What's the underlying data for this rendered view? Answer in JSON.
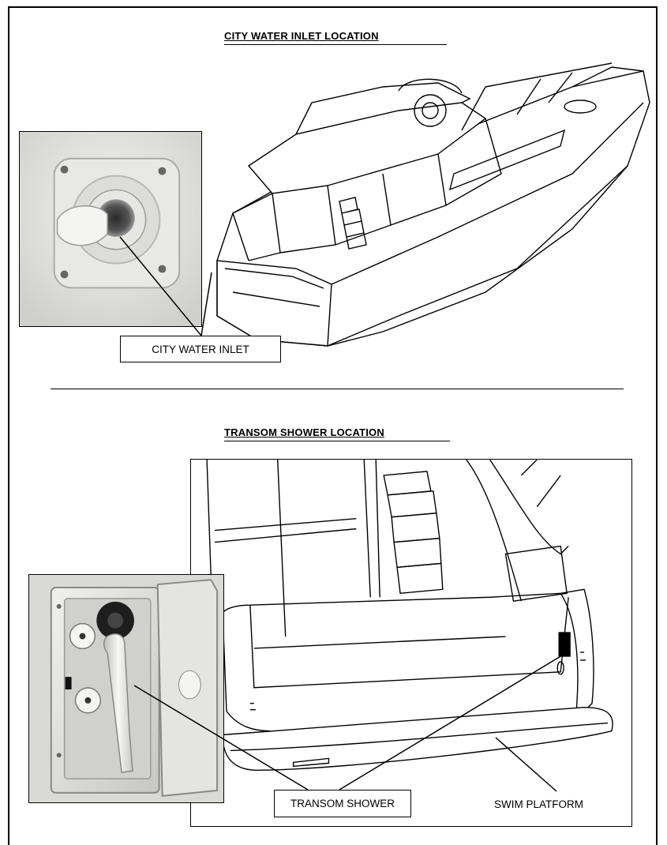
{
  "section_top": {
    "title": "CITY WATER INLET LOCATION",
    "callout": "CITY WATER INLET"
  },
  "section_bottom": {
    "title": "TRANSOM SHOWER LOCATION",
    "callout_shower": "TRANSOM SHOWER",
    "callout_platform": "SWIM PLATFORM"
  },
  "icons": {
    "inlet_photo": "city-water-inlet-photo",
    "shower_photo": "transom-shower-photo",
    "boat": "yacht-line-drawing",
    "transom": "transom-line-drawing"
  }
}
